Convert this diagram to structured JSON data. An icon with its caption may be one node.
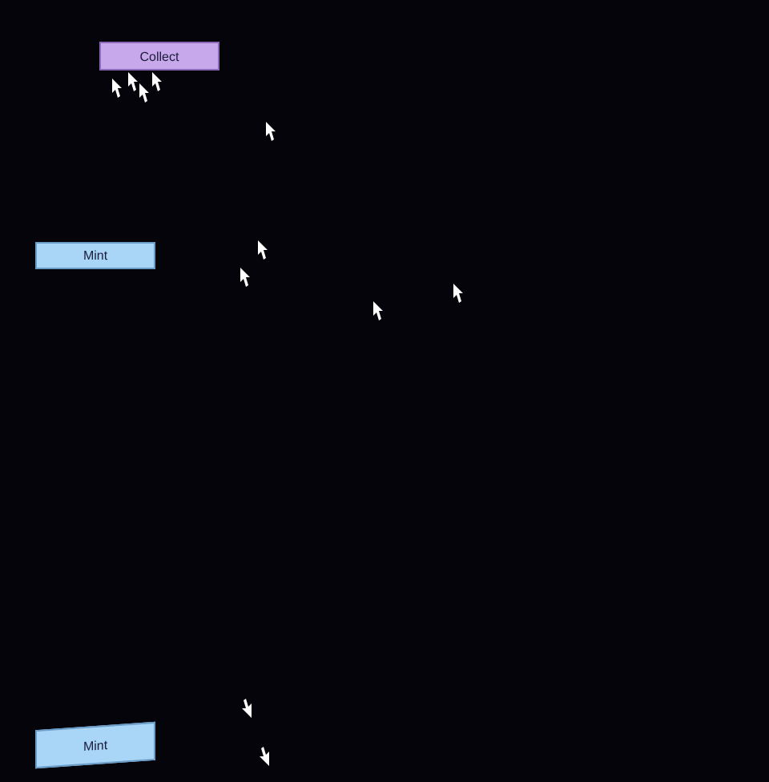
{
  "diagram": {
    "nodes": [
      {
        "text": [
          "Collect"
        ]
      },
      {
        "text": [
          "Mint"
        ]
      },
      {
        "text": [
          "Mint"
        ]
      }
    ]
  }
}
